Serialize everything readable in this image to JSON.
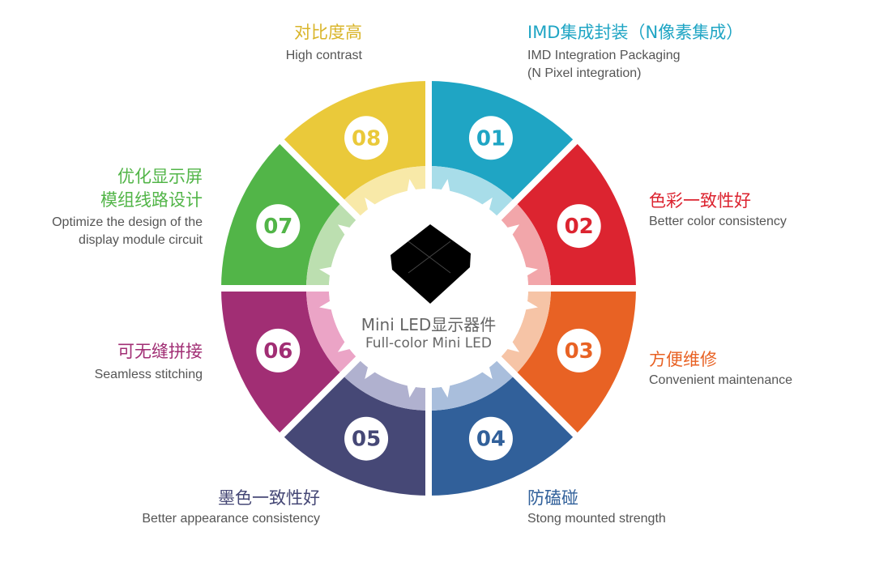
{
  "center": {
    "title": "Mini LED显示器件",
    "subtitle": "Full-color Mini LED"
  },
  "segments": [
    {
      "num": "01",
      "title": "IMD集成封装（N像素集成）",
      "sub": [
        "IMD Integration Packaging",
        "(N Pixel integration)"
      ],
      "color": "#1fa5c4",
      "light": "#a8dde9"
    },
    {
      "num": "02",
      "title": "色彩一致性好",
      "sub": [
        "Better color consistency"
      ],
      "color": "#dc2430",
      "light": "#f2a6aa"
    },
    {
      "num": "03",
      "title": "方便维修",
      "sub": [
        "Convenient maintenance"
      ],
      "color": "#e86224",
      "light": "#f6c4a6"
    },
    {
      "num": "04",
      "title": "防磕碰",
      "sub": [
        "Stong mounted strength"
      ],
      "color": "#31609a",
      "light": "#a9bedc"
    },
    {
      "num": "05",
      "title": "墨色一致性好",
      "sub": [
        "Better appearance consistency"
      ],
      "color": "#464876",
      "light": "#b0b1cf"
    },
    {
      "num": "06",
      "title": "可无缝拼接",
      "sub": [
        "Seamless stitching"
      ],
      "color": "#a12e74",
      "light": "#eba4c6"
    },
    {
      "num": "07",
      "title": "优化显示屏",
      "title2": "模组线路设计",
      "sub": [
        "Optimize the design of the",
        "display module circuit"
      ],
      "color": "#52b548",
      "light": "#bcdfb0"
    },
    {
      "num": "08",
      "title": "对比度高",
      "sub": [
        "High contrast"
      ],
      "color": "#eac93a",
      "light": "#f8e9a8"
    }
  ]
}
